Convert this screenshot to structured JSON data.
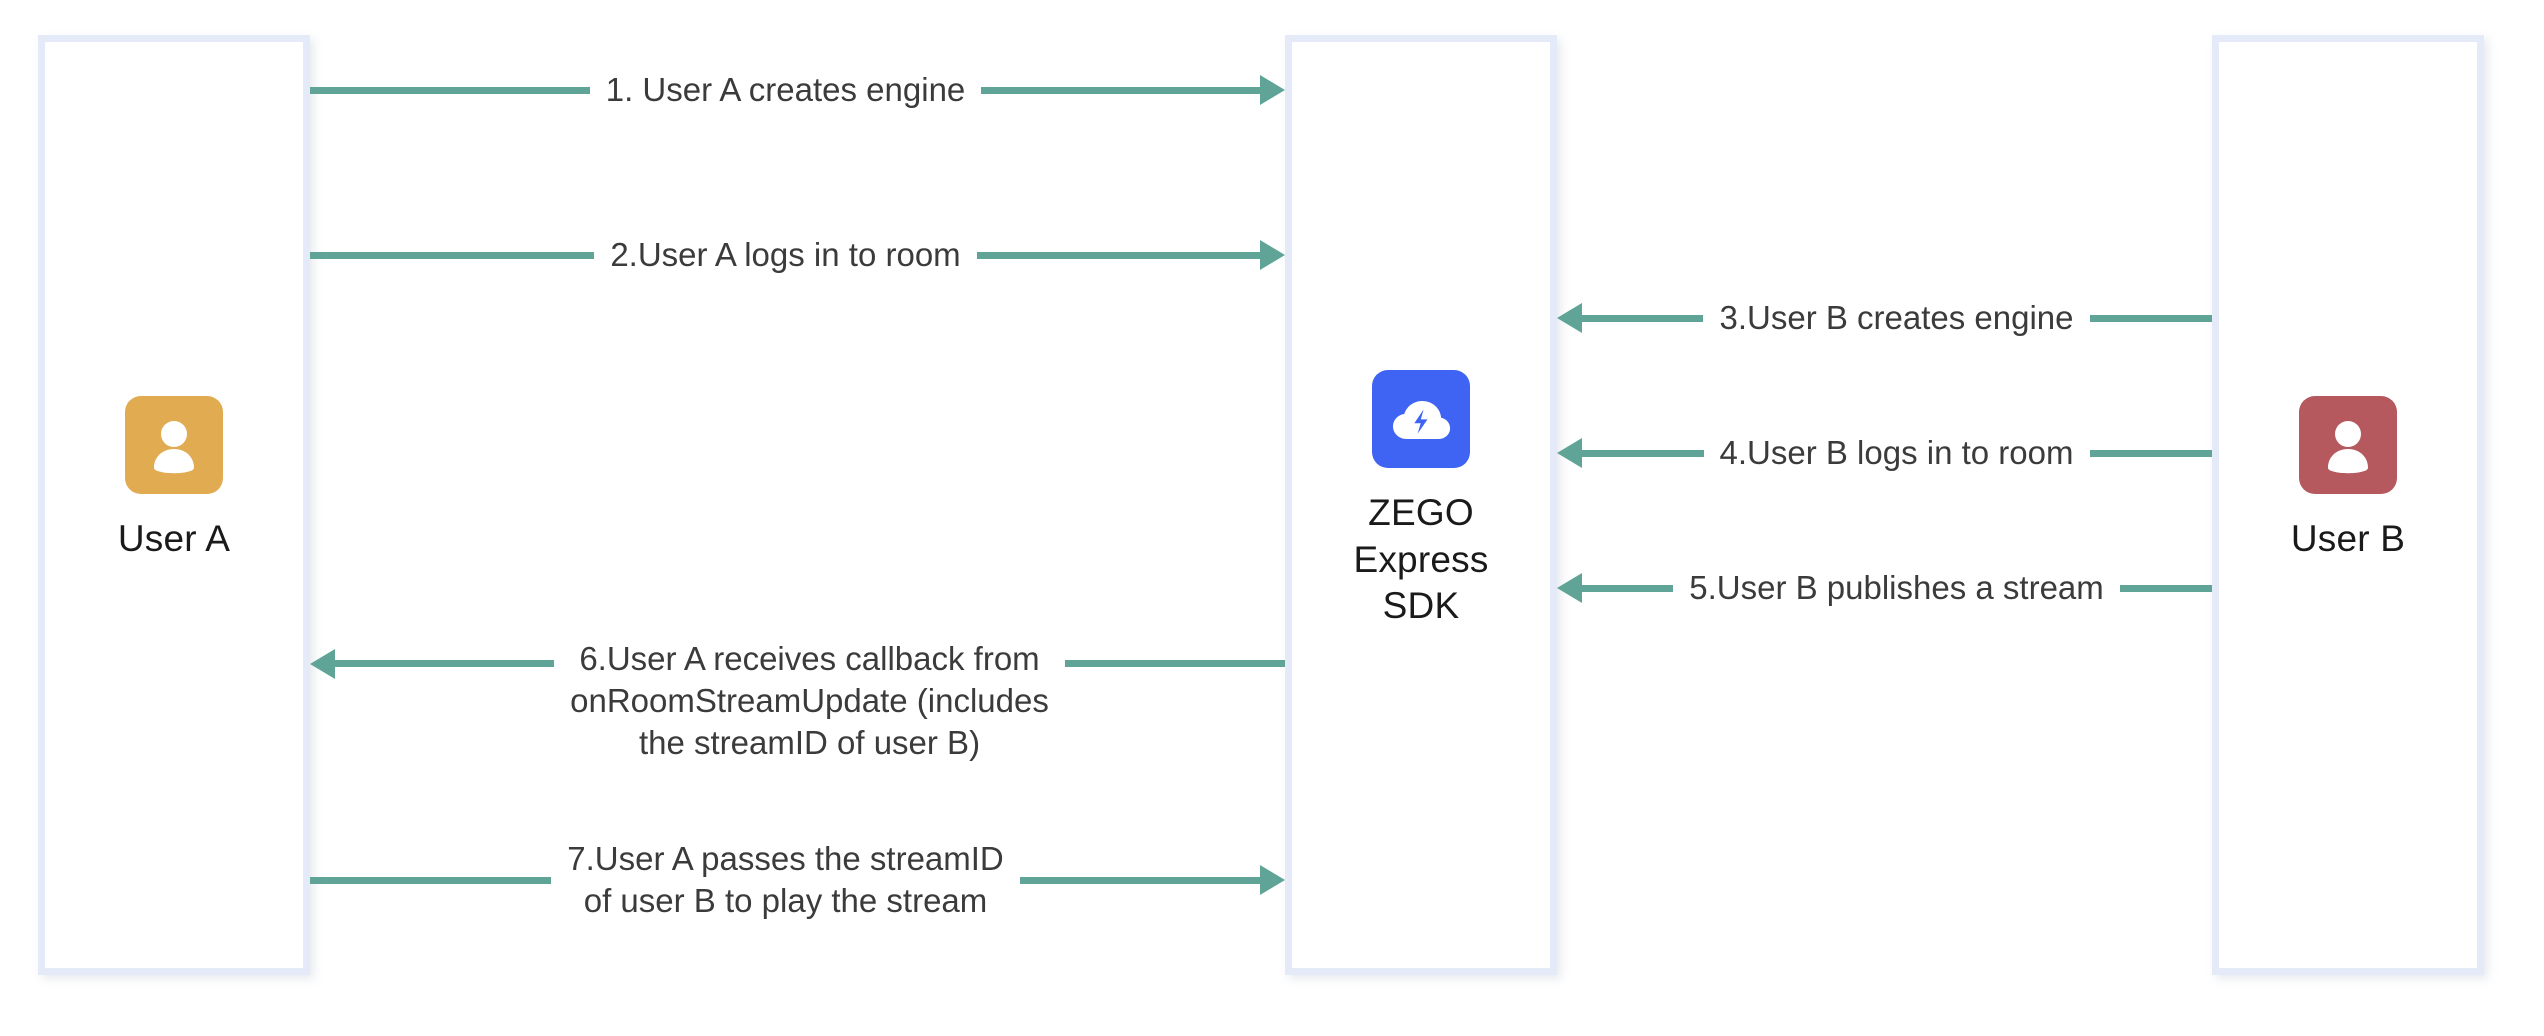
{
  "diagram": {
    "title": "ZEGO Express SDK stream publish and play sequence",
    "type": "sequence-diagram",
    "background_color": "#ffffff",
    "accent_color": "#5fa497",
    "lifeline_border_color": "#e5eaf8"
  },
  "actors": [
    {
      "id": "user-a",
      "label": "User A",
      "avatar_icon": "person-avatar-icon",
      "avatar_color": "#e0ab51",
      "avatar_glyph_color": "#ffffff"
    },
    {
      "id": "zego-sdk",
      "label": "ZEGO\nExpress\nSDK",
      "avatar_icon": "zego-cloud-lightning-icon",
      "avatar_color": "#3f63f2",
      "avatar_glyph_color": "#ffffff"
    },
    {
      "id": "user-b",
      "label": "User B",
      "avatar_icon": "person-avatar-icon",
      "avatar_color": "#b5595e",
      "avatar_glyph_color": "#ffffff"
    }
  ],
  "messages": [
    {
      "step": 1,
      "text": "1. User A creates engine",
      "from": "user-a",
      "to": "zego-sdk",
      "direction": "right"
    },
    {
      "step": 2,
      "text": "2.User A logs in to room",
      "from": "user-a",
      "to": "zego-sdk",
      "direction": "right"
    },
    {
      "step": 3,
      "text": "3.User B creates engine",
      "from": "user-b",
      "to": "zego-sdk",
      "direction": "left"
    },
    {
      "step": 4,
      "text": "4.User B logs in to room",
      "from": "user-b",
      "to": "zego-sdk",
      "direction": "left"
    },
    {
      "step": 5,
      "text": "5.User B publishes a stream",
      "from": "user-b",
      "to": "zego-sdk",
      "direction": "left"
    },
    {
      "step": 6,
      "text": "6.User A receives callback from\nonRoomStreamUpdate (includes\nthe streamID of user B)",
      "from": "zego-sdk",
      "to": "user-a",
      "direction": "left"
    },
    {
      "step": 7,
      "text": "7.User A passes the streamID\nof user B to play the stream",
      "from": "user-a",
      "to": "zego-sdk",
      "direction": "right"
    }
  ]
}
